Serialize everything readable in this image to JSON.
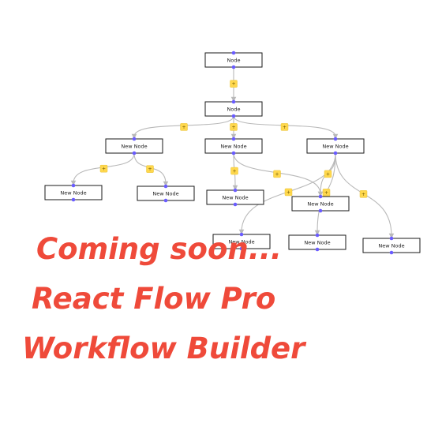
{
  "flow": {
    "nodes": [
      {
        "id": "n0",
        "label": "Node"
      },
      {
        "id": "n1",
        "label": "Node"
      },
      {
        "id": "n2",
        "label": "New Node"
      },
      {
        "id": "n3",
        "label": "New Node"
      },
      {
        "id": "n4",
        "label": "New Node"
      },
      {
        "id": "n5",
        "label": "New Node"
      },
      {
        "id": "n6",
        "label": "New Node"
      },
      {
        "id": "n7",
        "label": "New Node"
      },
      {
        "id": "n8",
        "label": "New Node"
      },
      {
        "id": "n9",
        "label": "New Node"
      },
      {
        "id": "n10",
        "label": "New Node"
      },
      {
        "id": "n11",
        "label": "New Node"
      }
    ],
    "edges": [
      {
        "source": "n0",
        "target": "n1"
      },
      {
        "source": "n1",
        "target": "n2"
      },
      {
        "source": "n1",
        "target": "n3"
      },
      {
        "source": "n1",
        "target": "n4"
      },
      {
        "source": "n2",
        "target": "n5"
      },
      {
        "source": "n2",
        "target": "n6"
      },
      {
        "source": "n3",
        "target": "n7"
      },
      {
        "source": "n3",
        "target": "n8"
      },
      {
        "source": "n4",
        "target": "n9"
      },
      {
        "source": "n4",
        "target": "n10"
      },
      {
        "source": "n4",
        "target": "n11"
      },
      {
        "source": "n4",
        "target": "n8"
      }
    ],
    "add_button_label": "+",
    "colors": {
      "handle": "#6a5cff",
      "add_button": "#ffd84d",
      "edge": "#b9b9b9",
      "node_border": "#1a1a1a"
    }
  },
  "promo": {
    "line1": "Coming soon...",
    "line2": "React Flow Pro",
    "line3": "Workflow Builder",
    "color": "#ef4a3a"
  }
}
